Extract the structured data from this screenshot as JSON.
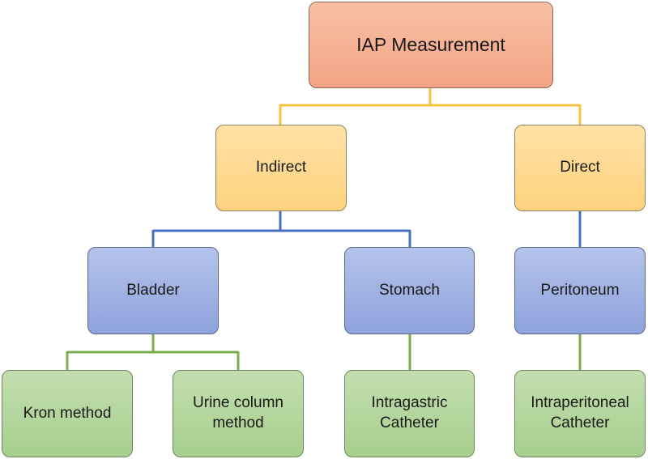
{
  "diagram": {
    "root": {
      "label": "IAP Measurement"
    },
    "indirect": {
      "label": "Indirect"
    },
    "direct": {
      "label": "Direct"
    },
    "bladder": {
      "label": "Bladder"
    },
    "stomach": {
      "label": "Stomach"
    },
    "peritoneum": {
      "label": "Peritoneum"
    },
    "kron": {
      "label": "Kron method"
    },
    "urine": {
      "label": "Urine column\nmethod"
    },
    "intragastric": {
      "label": "Intragastric\nCatheter"
    },
    "intraperitoneal": {
      "label": "Intraperitoneal\nCatheter"
    }
  },
  "colors": {
    "connector_level1": "#f5c342",
    "connector_level2": "#4a6fc0",
    "connector_level3": "#7aad4e"
  }
}
